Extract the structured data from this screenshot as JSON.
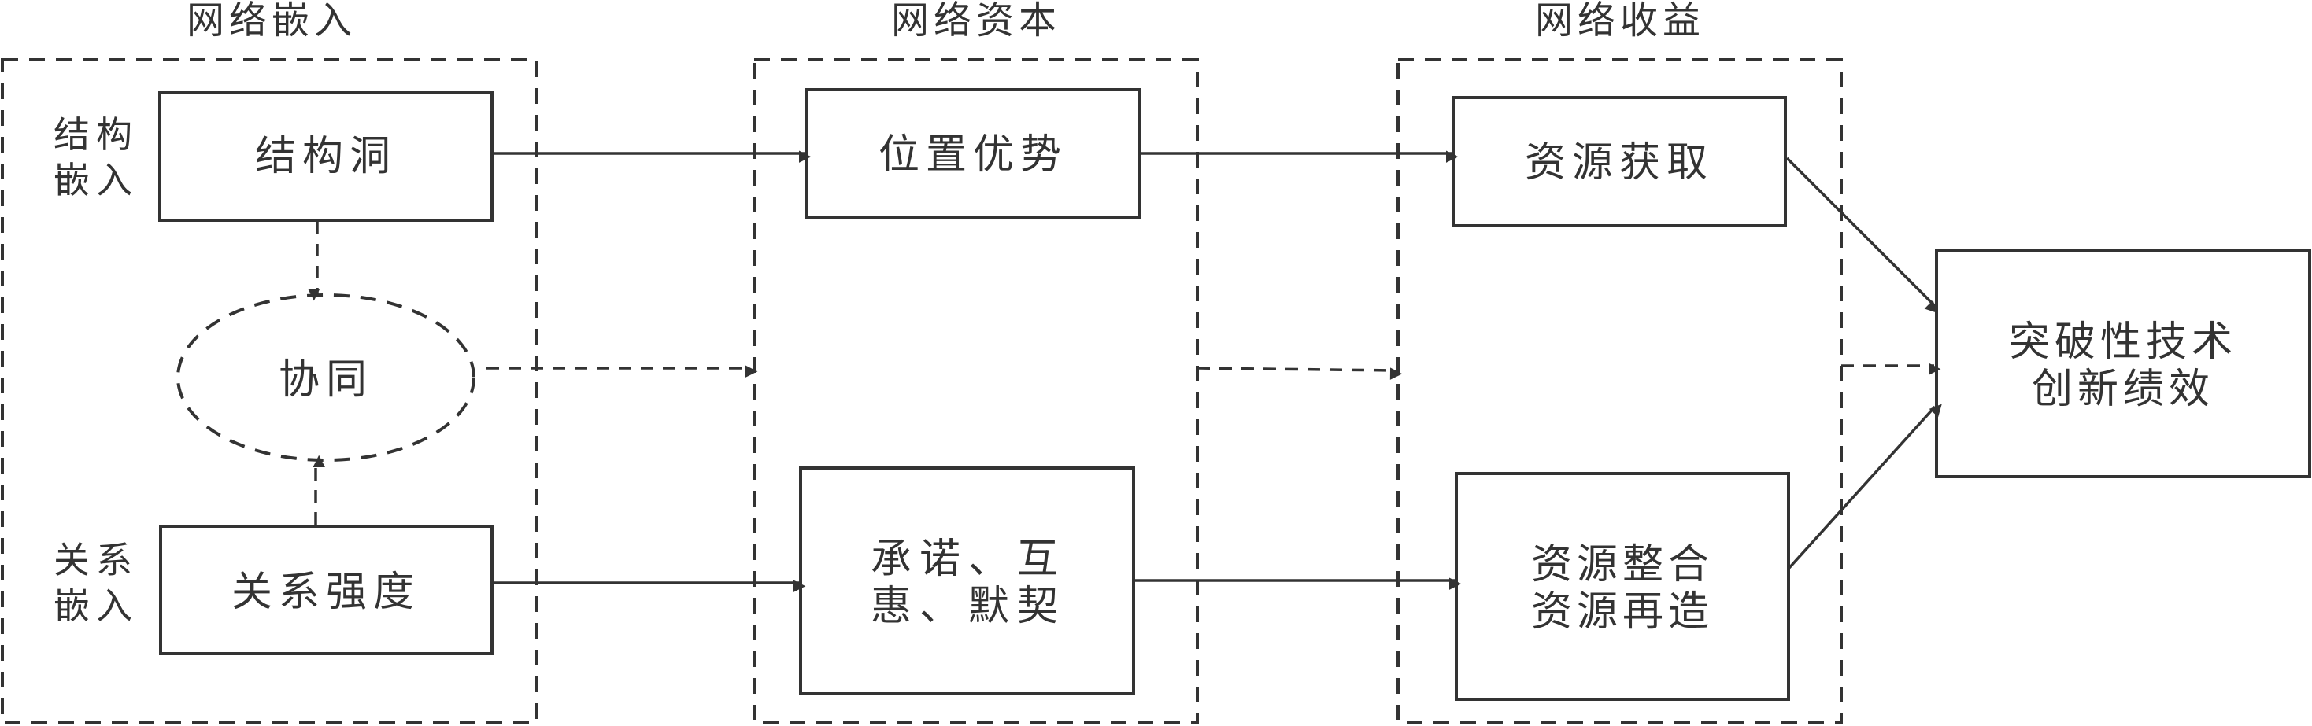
{
  "colors": {
    "stroke": "#333333",
    "background": "#ffffff",
    "text": "#333333"
  },
  "groups": {
    "embedding": {
      "title": "网络嵌入"
    },
    "capital": {
      "title": "网络资本"
    },
    "returns": {
      "title": "网络收益"
    }
  },
  "side_labels": {
    "structural": [
      "结构",
      "嵌入"
    ],
    "relational": [
      "关系",
      "嵌入"
    ]
  },
  "nodes": {
    "structural_hole": {
      "label": "结构洞"
    },
    "synergy": {
      "label": "协同"
    },
    "tie_strength": {
      "label": "关系强度"
    },
    "position_advantage": {
      "label": "位置优势"
    },
    "commitment": {
      "lines": [
        "承诺、互",
        "惠、默契"
      ]
    },
    "resource_acquisition": {
      "label": "资源获取"
    },
    "resource_integration": {
      "lines": [
        "资源整合",
        "资源再造"
      ]
    },
    "outcome": {
      "lines": [
        "突破性技术",
        "创新绩效"
      ]
    }
  },
  "edges": [
    {
      "from": "structural_hole",
      "to": "position_advantage",
      "style": "solid"
    },
    {
      "from": "tie_strength",
      "to": "commitment",
      "style": "solid"
    },
    {
      "from": "position_advantage",
      "to": "resource_acquisition",
      "style": "solid"
    },
    {
      "from": "commitment",
      "to": "resource_integration",
      "style": "solid"
    },
    {
      "from": "resource_acquisition",
      "to": "outcome",
      "style": "solid"
    },
    {
      "from": "resource_integration",
      "to": "outcome",
      "style": "solid"
    },
    {
      "from": "structural_hole",
      "to": "synergy",
      "style": "dashed"
    },
    {
      "from": "tie_strength",
      "to": "synergy",
      "style": "dashed"
    },
    {
      "from": "synergy",
      "to": "capital",
      "style": "dashed"
    },
    {
      "from": "capital",
      "to": "returns",
      "style": "dashed"
    },
    {
      "from": "returns",
      "to": "outcome",
      "style": "dashed"
    }
  ]
}
